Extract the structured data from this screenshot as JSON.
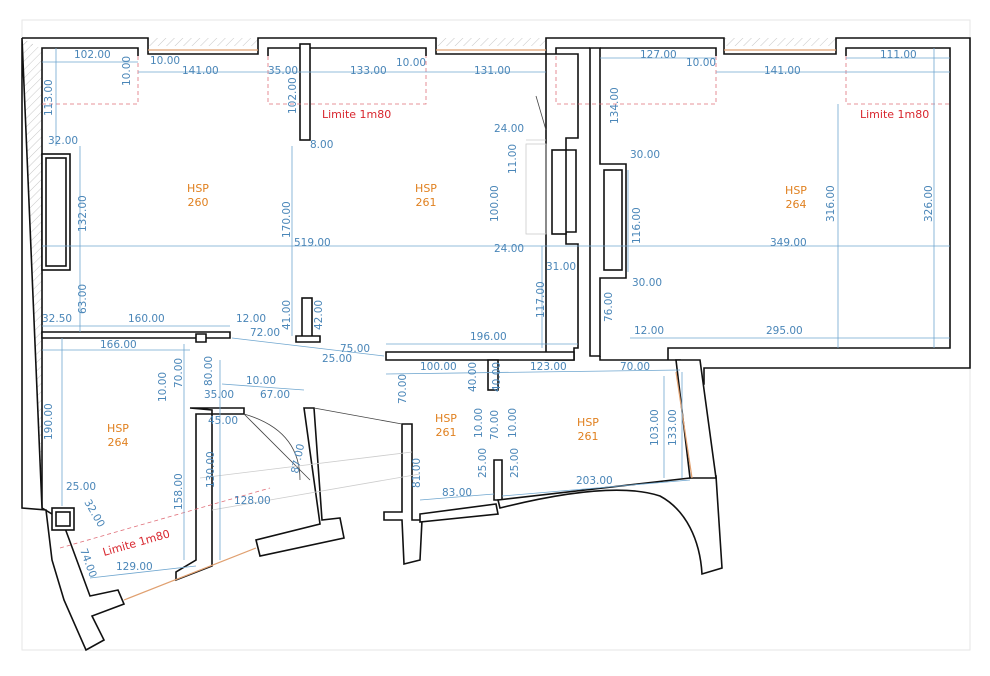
{
  "colors": {
    "wall": "#111111",
    "dimension": "#4a86b8",
    "hsp": "#e0801f",
    "limit": "#d8262e",
    "window": "#e0a070"
  },
  "rooms": [
    {
      "id": "r1",
      "label": "HSP",
      "value": "260"
    },
    {
      "id": "r2",
      "label": "HSP",
      "value": "261"
    },
    {
      "id": "r3",
      "label": "HSP",
      "value": "264"
    },
    {
      "id": "r4",
      "label": "HSP",
      "value": "264"
    },
    {
      "id": "r5",
      "label": "HSP",
      "value": "261"
    },
    {
      "id": "r6",
      "label": "HSP",
      "value": "261"
    }
  ],
  "limits": [
    {
      "id": "l1",
      "text": "Limite 1m80"
    },
    {
      "id": "l2",
      "text": "Limite 1m80"
    },
    {
      "id": "l3",
      "text": "Limite 1m80"
    }
  ],
  "dimensions": [
    "102.00",
    "10.00",
    "141.00",
    "35.00",
    "133.00",
    "10.00",
    "131.00",
    "127.00",
    "10.00",
    "141.00",
    "111.00",
    "113.00",
    "10.00",
    "102.00",
    "134.00",
    "32.00",
    "8.00",
    "24.00",
    "11.00",
    "100.00",
    "30.00",
    "132.00",
    "170.00",
    "519.00",
    "24.00",
    "116.00",
    "316.00",
    "326.00",
    "349.00",
    "31.00",
    "30.00",
    "63.00",
    "117.00",
    "76.00",
    "32.50",
    "160.00",
    "12.00",
    "41.00",
    "42.00",
    "12.00",
    "295.00",
    "72.00",
    "75.00",
    "25.00",
    "196.00",
    "166.00",
    "100.00",
    "123.00",
    "70.00",
    "10.00",
    "70.00",
    "80.00",
    "10.00",
    "35.00",
    "67.00",
    "40.00",
    "40.00",
    "190.00",
    "45.00",
    "70.00",
    "10.00",
    "10.00",
    "103.00",
    "133.00",
    "130.00",
    "87.00",
    "70.00",
    "25.00",
    "25.00",
    "25.00",
    "158.00",
    "81.00",
    "83.00",
    "203.00",
    "32.00",
    "128.00",
    "74.00",
    "129.00"
  ]
}
